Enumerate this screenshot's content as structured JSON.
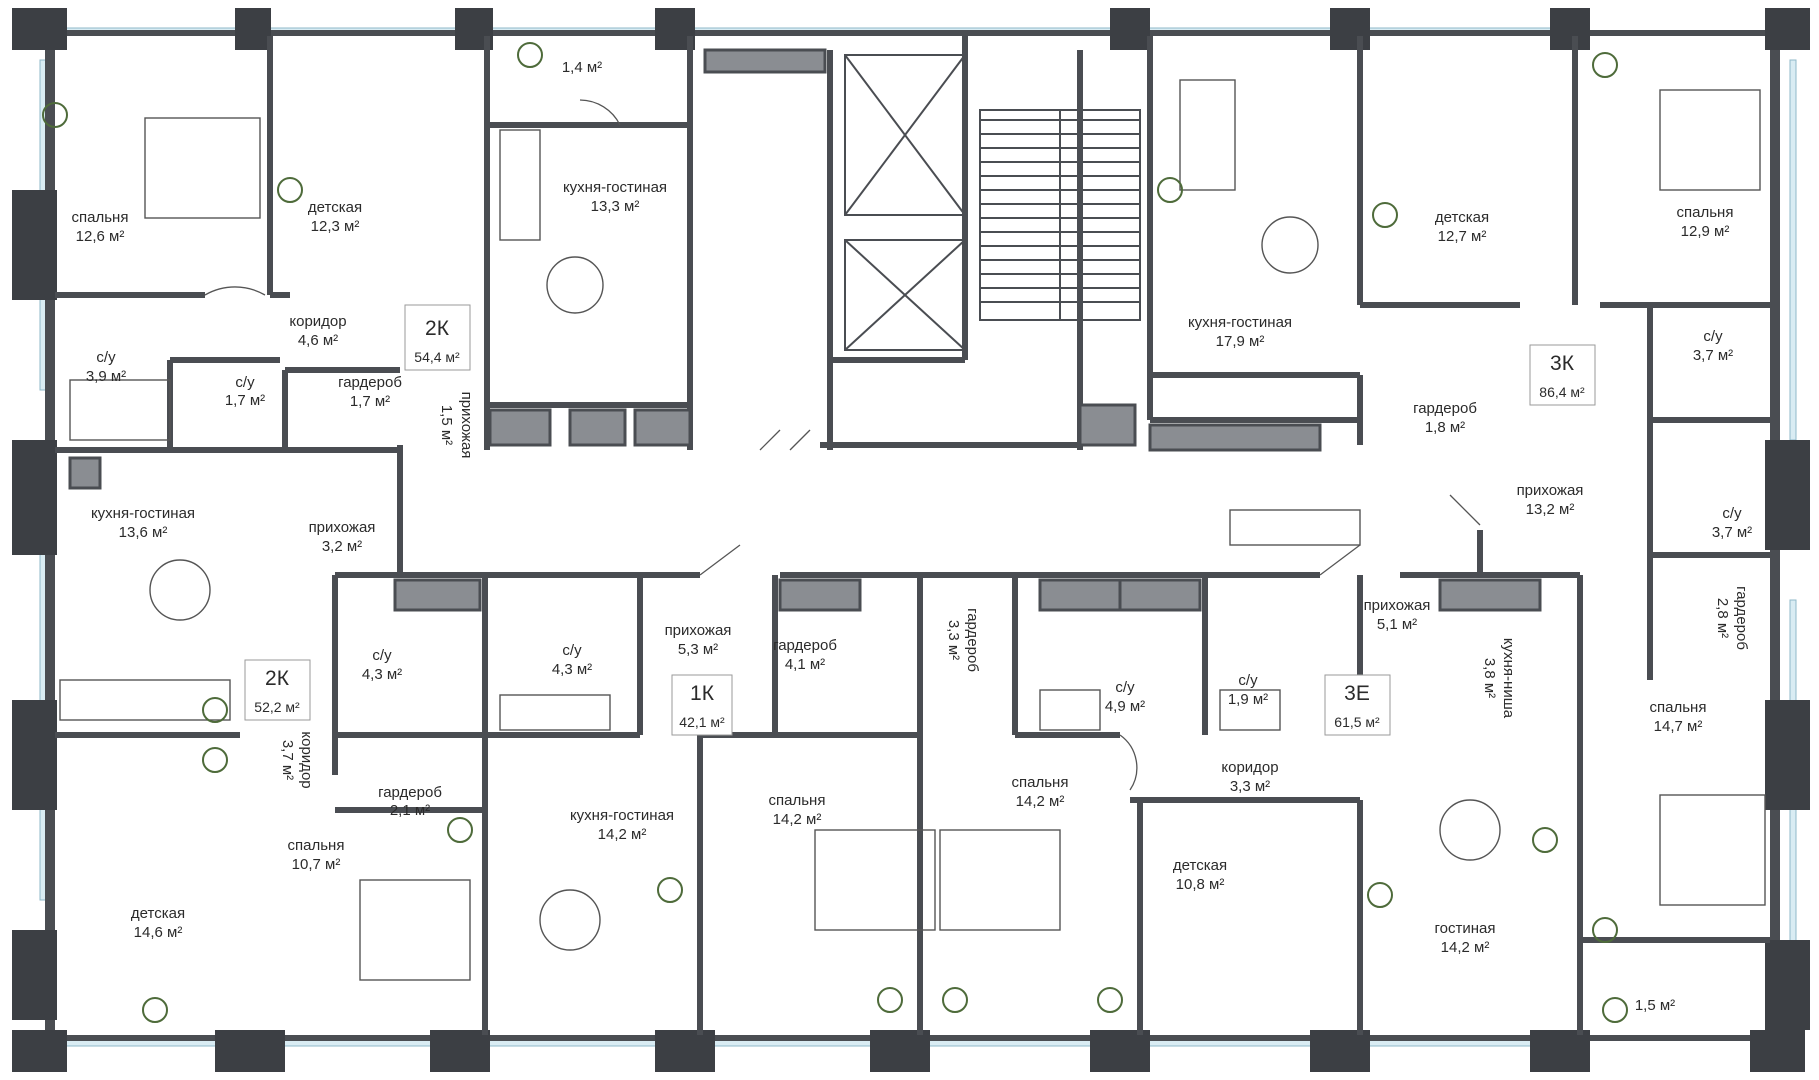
{
  "rooms": {
    "r1": {
      "name": "спальня",
      "area": "12,6 м²"
    },
    "r2": {
      "name": "детская",
      "area": "12,3 м²"
    },
    "r3": {
      "name": "",
      "area": "1,4 м²"
    },
    "r4": {
      "name": "кухня-гостиная",
      "area": "13,3 м²"
    },
    "r5": {
      "name": "коридор",
      "area": "4,6 м²"
    },
    "r6": {
      "name": "с/у",
      "area": "3,9 м²"
    },
    "r7": {
      "name": "с/у",
      "area": "1,7 м²"
    },
    "r8": {
      "name": "гардероб",
      "area": "1,7 м²"
    },
    "r9": {
      "name": "прихожая",
      "area": "1,5 м²"
    },
    "r10": {
      "name": "кухня-гостиная",
      "area": "17,9 м²"
    },
    "r11": {
      "name": "детская",
      "area": "12,7 м²"
    },
    "r12": {
      "name": "спальня",
      "area": "12,9 м²"
    },
    "r13": {
      "name": "с/у",
      "area": "3,7 м²"
    },
    "r14": {
      "name": "гардероб",
      "area": "1,8 м²"
    },
    "r15": {
      "name": "прихожая",
      "area": "13,2 м²"
    },
    "r16": {
      "name": "с/у",
      "area": "3,7 м²"
    },
    "r17": {
      "name": "гардероб",
      "area": "2,8 м²"
    },
    "r18": {
      "name": "кухня-гостиная",
      "area": "13,6 м²"
    },
    "r19": {
      "name": "прихожая",
      "area": "3,2 м²"
    },
    "r20": {
      "name": "с/у",
      "area": "4,3 м²"
    },
    "r21": {
      "name": "коридор",
      "area": "3,7 м²"
    },
    "r22": {
      "name": "гардероб",
      "area": "2,1 м²"
    },
    "r23": {
      "name": "детская",
      "area": "14,6 м²"
    },
    "r24": {
      "name": "спальня",
      "area": "10,7 м²"
    },
    "r25": {
      "name": "с/у",
      "area": "4,3 м²"
    },
    "r26": {
      "name": "прихожая",
      "area": "5,3 м²"
    },
    "r27": {
      "name": "гардероб",
      "area": "4,1 м²"
    },
    "r28": {
      "name": "кухня-гостиная",
      "area": "14,2 м²"
    },
    "r29": {
      "name": "спальня",
      "area": "14,2 м²"
    },
    "r30": {
      "name": "гардероб",
      "area": "3,3 м²"
    },
    "r31": {
      "name": "с/у",
      "area": "4,9 м²"
    },
    "r32": {
      "name": "с/у",
      "area": "1,9 м²"
    },
    "r33": {
      "name": "прихожая",
      "area": "5,1 м²"
    },
    "r34": {
      "name": "спальня",
      "area": "14,2 м²"
    },
    "r35": {
      "name": "коридор",
      "area": "3,3 м²"
    },
    "r36": {
      "name": "детская",
      "area": "10,8 м²"
    },
    "r37": {
      "name": "кухня-ниша",
      "area": "3,8 м²"
    },
    "r38": {
      "name": "гостиная",
      "area": "14,2 м²"
    },
    "r39": {
      "name": "спальня",
      "area": "14,7 м²"
    },
    "r40": {
      "name": "",
      "area": "1,5 м²"
    }
  },
  "apartments": [
    {
      "type": "2К",
      "area": "54,4 м²"
    },
    {
      "type": "3К",
      "area": "86,4 м²"
    },
    {
      "type": "2К",
      "area": "52,2 м²"
    },
    {
      "type": "1К",
      "area": "42,1 м²"
    },
    {
      "type": "3Е",
      "area": "61,5 м²"
    }
  ],
  "colors": {
    "wall": "#4a4d52",
    "slab": "#8a8d92",
    "glass": "#d9ecf3",
    "plant": "#4e6b3a"
  }
}
